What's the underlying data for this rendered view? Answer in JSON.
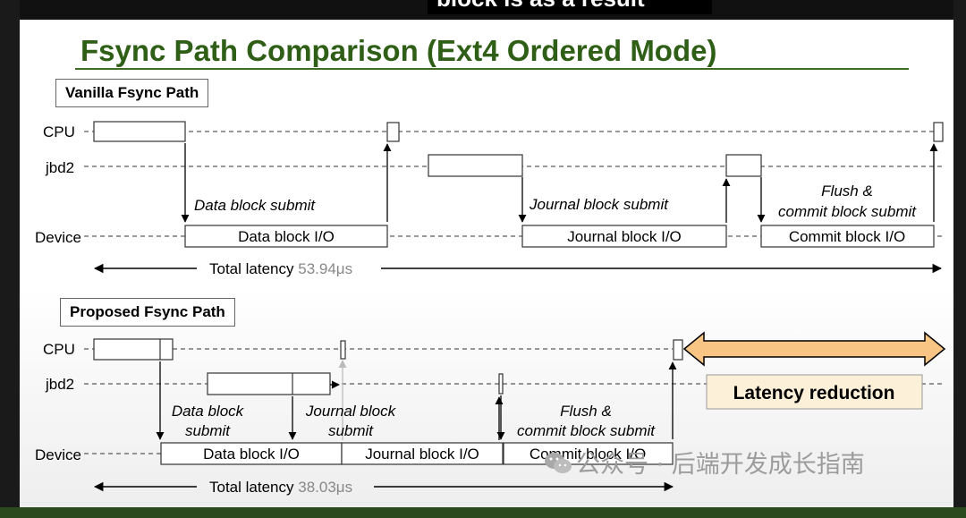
{
  "caption": "block is as a result",
  "slide": {
    "title": "Fsync Path Comparison (Ext4 Ordered Mode)",
    "rows": {
      "cpu": "CPU",
      "jbd2": "jbd2",
      "device": "Device"
    },
    "vanilla": {
      "heading": "Vanilla Fsync Path",
      "data_submit": "Data block submit",
      "journal_submit": "Journal block submit",
      "flush_line1": "Flush &",
      "flush_line2": "commit block submit",
      "data_io": "Data block I/O",
      "journal_io": "Journal block I/O",
      "commit_io": "Commit block I/O",
      "latency_label": "Total latency",
      "latency_value": "53.94μs"
    },
    "proposed": {
      "heading": "Proposed Fsync Path",
      "data_submit_line1": "Data block",
      "data_submit_line2": "submit",
      "journal_submit_line1": "Journal block",
      "journal_submit_line2": "submit",
      "flush_line1": "Flush &",
      "flush_line2": "commit block submit",
      "data_io": "Data block I/O",
      "journal_io": "Journal block I/O",
      "commit_io": "Commit block I/O",
      "latency_label": "Total latency",
      "latency_value": "38.03μs",
      "reduction_label": "Latency reduction"
    },
    "colors": {
      "title": "#2f5f16",
      "reduction_arrow": "#f8c585",
      "reduction_box": "#fdf0d8"
    }
  },
  "watermark": "公众号 · 后端开发成长指南",
  "watermark_icon": "wechat-icon"
}
